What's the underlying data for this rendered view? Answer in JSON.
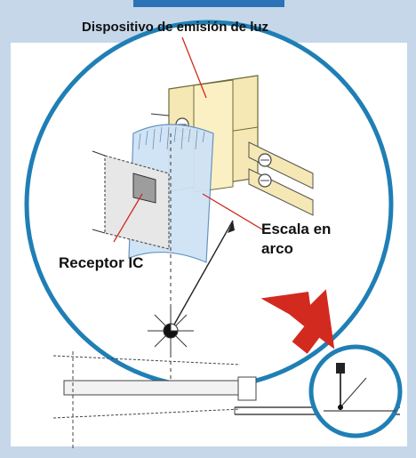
{
  "labels": {
    "emitter": "Dispositivo de emisión de luz",
    "arc_scale_line1": "Escala en",
    "arc_scale_line2": "arco",
    "receptor": "Receptor IC"
  },
  "colors": {
    "background": "#c5d7e9",
    "panel": "#ffffff",
    "circle_border": "#1f7fb5",
    "arrow": "#d22a1f",
    "emitter_fill": "#f6e8b4",
    "scale_fill": "#cfe3f6",
    "title_strip": "#2b73b6"
  }
}
